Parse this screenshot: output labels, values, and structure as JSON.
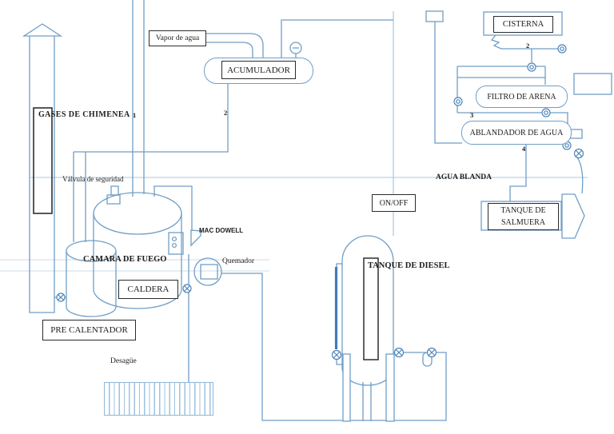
{
  "diagram": {
    "type": "process-piping-diagram",
    "subject": "boiler / steam generation system",
    "language": "es"
  },
  "labels": {
    "vapor_de_agua": "Vapor de agua",
    "acumulador": "ACUMULADOR",
    "cisterna": "CISTERNA",
    "gases_de_chimenea": "GASES DE CHIMENEA",
    "valvula_de_seguridad": "Válvula de seguridad",
    "mac_dowell": "MAC DOWELL",
    "camara_de_fuego": "CAMARA DE FUEGO",
    "caldera": "CALDERA",
    "quemador": "Quemador",
    "pre_calentador": "PRE CALENTADOR",
    "desague": "Desagüe",
    "on_off": "ON/OFF",
    "tanque_de_diesel": "TANQUE DE DIESEL",
    "agua_blanda": "AGUA BLANDA",
    "filtro_de_arena": "FILTRO DE ARENA",
    "ablandador_de_agua": "ABLANDADOR DE AGUA",
    "tanque_de_salmuera_line1": "TANQUE DE",
    "tanque_de_salmuera_line2": "SALMUERA"
  },
  "numbers": {
    "n1": "1",
    "n2_acumulador": "2",
    "n2_cisterna": "2",
    "n3": "3",
    "n4": "4"
  },
  "colors": {
    "pipe_blue": "#6f9ec7",
    "pipe_light": "#b9d4e8",
    "level_line": "#c8dcec",
    "gauge_fill": "#3f7cb8",
    "outline_black": "#2b2b2b",
    "background": "#ffffff"
  },
  "icons": [
    "chimney-arrow-cap-icon",
    "pressure-gauge-icon",
    "safety-valve-icon",
    "valve-cross-icon",
    "valve-double-circle-icon",
    "burner-circle-icon",
    "drain-grate-icon",
    "flow-arrow-pentagon-icon"
  ]
}
